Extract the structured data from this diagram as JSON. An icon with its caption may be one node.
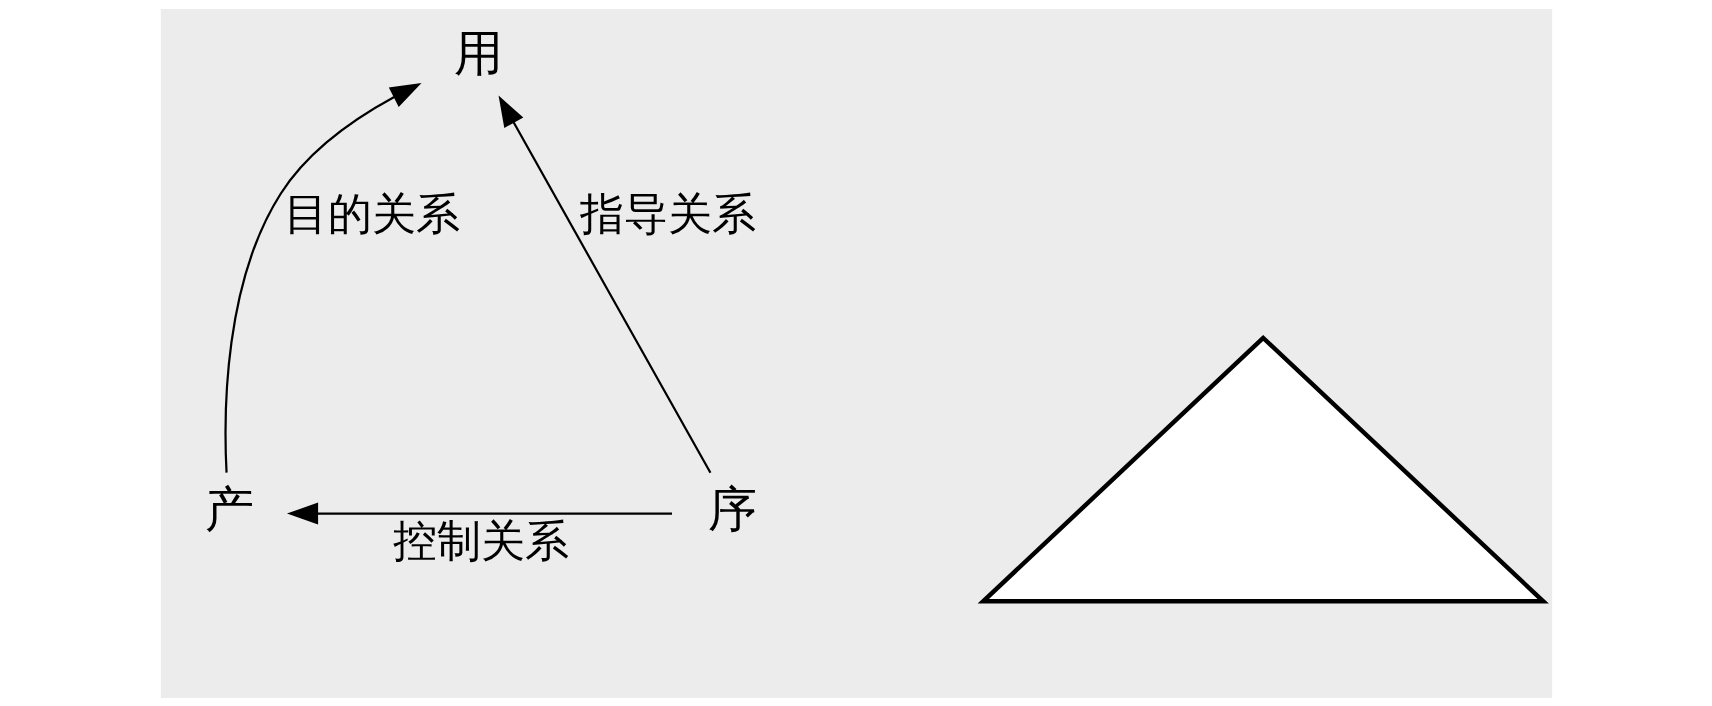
{
  "diagram": {
    "nodes": [
      {
        "text": [
          "用"
        ]
      },
      {
        "text": [],
        "shape": "triangle"
      },
      {
        "text": [
          "产"
        ]
      },
      {
        "text": [
          "序"
        ]
      }
    ],
    "edges": [
      {
        "from": 2,
        "to": 0,
        "arrow": "to",
        "label": "目的关系"
      },
      {
        "from": 3,
        "to": 0,
        "arrow": "to",
        "label": "指导关系"
      },
      {
        "from": 3,
        "to": 2,
        "arrow": "to",
        "label": "控制关系"
      }
    ]
  }
}
